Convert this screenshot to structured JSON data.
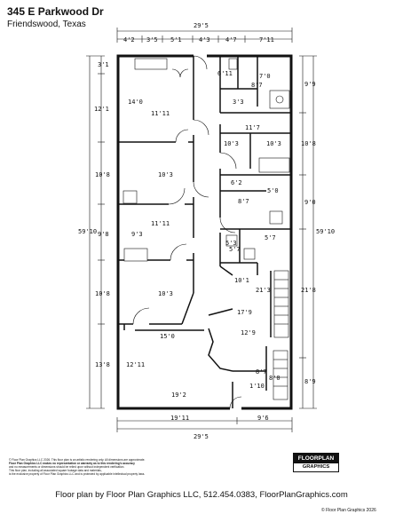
{
  "header": {
    "address": "345 E Parkwood Dr",
    "city": "Friendswood, Texas"
  },
  "dimensions": {
    "top_overall": "29'5",
    "top_segments": [
      "4'2",
      "3'5",
      "5'1",
      "4'3",
      "4'7",
      "7'11"
    ],
    "left_outer": "59'10",
    "left_segments": [
      "3'1",
      "12'1",
      "10'8",
      "9'8",
      "10'8",
      "13'8"
    ],
    "right_outer": "59'10",
    "right_segments": [
      "9'9",
      "10'8",
      "9'0",
      "21'8",
      "8'9"
    ],
    "bottom_segments": [
      "19'11",
      "9'6"
    ],
    "bottom_overall": "29'5"
  },
  "rooms": {
    "r1_depth": "14'0",
    "r1_width": "11'11",
    "r2_width": "10'3",
    "r3_width": "11'11",
    "r3_depth": "9'3",
    "r4_width": "10'3",
    "r5_width": "15'0",
    "r5_depth": "12'11",
    "r6_width": "19'2",
    "bath1_width": "6'11",
    "bath1_depth": "3'3",
    "hall1": "7'0",
    "hall2": "8'7",
    "office_a_width": "10'3",
    "office_b_width": "10'3",
    "office_depth": "11'7",
    "closet_width": "6'2",
    "closet_depth": "5'0",
    "bath2_width": "8'7",
    "bath2_depth": "5'7",
    "small1": "5'3",
    "small2": "5'7",
    "corr1": "10'1",
    "corr2": "21'3",
    "corr3": "17'9",
    "corr4": "12'9",
    "r7_width": "8'7",
    "r7_depth": "8'0",
    "r8_depth": "1'10"
  },
  "legal": {
    "line1": "© Floor Plan Graphics LLC 2026. This floor plan is an artistic rendering only. All dimensions are approximate.",
    "line2": "Floor Plan Graphics LLC makes no representation or warranty as to this rendering's accuracy",
    "line3": "and no measurements or dimensions should be relied upon without independent verification.",
    "line4": "This floor plan, including all associated square footage data and materials,",
    "line5": "is the exclusive property of Floor Plan Graphics LLC and is protected by applicable intellectual property laws."
  },
  "logo": {
    "top": "FLOORPLAN",
    "bottom": "GRAPHICS"
  },
  "footer": {
    "credit": "Floor plan by Floor Plan Graphics LLC, 512.454.0383, FloorPlanGraphics.com",
    "copyright": "© Floor Plan Graphics 2026"
  }
}
